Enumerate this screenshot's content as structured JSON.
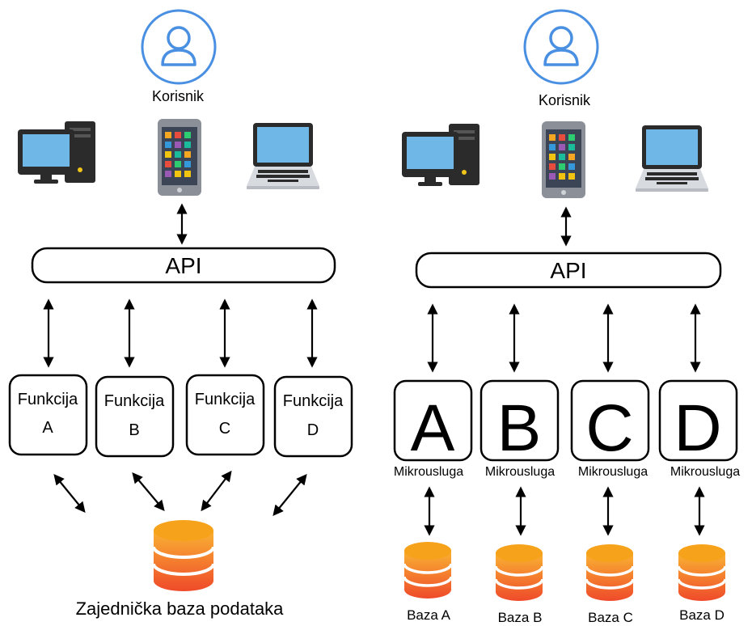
{
  "user_label": "Korisnik",
  "api_label": "API",
  "monolith": {
    "functions": [
      {
        "name": "Funkcija",
        "letter": "A"
      },
      {
        "name": "Funkcija",
        "letter": "B"
      },
      {
        "name": "Funkcija",
        "letter": "C"
      },
      {
        "name": "Funkcija",
        "letter": "D"
      }
    ],
    "database_label": "Zajednička baza podataka"
  },
  "microservices": {
    "services": [
      {
        "letter": "A",
        "label": "Mikrousluga",
        "db": "Baza A"
      },
      {
        "letter": "B",
        "label": "Mikrousluga",
        "db": "Baza B"
      },
      {
        "letter": "C",
        "label": "Mikrousluga",
        "db": "Baza C"
      },
      {
        "letter": "D",
        "label": "Mikrousluga",
        "db": "Baza D"
      }
    ]
  },
  "colors": {
    "user_ring": "#4a90e2",
    "database_top": "#f7a21b",
    "database_bottom": "#f0522a",
    "screen": "#6fb7e6",
    "device_dark": "#2b2b2b"
  },
  "icons": [
    "user-icon",
    "desktop-icon",
    "smartphone-icon",
    "laptop-icon",
    "database-icon"
  ]
}
